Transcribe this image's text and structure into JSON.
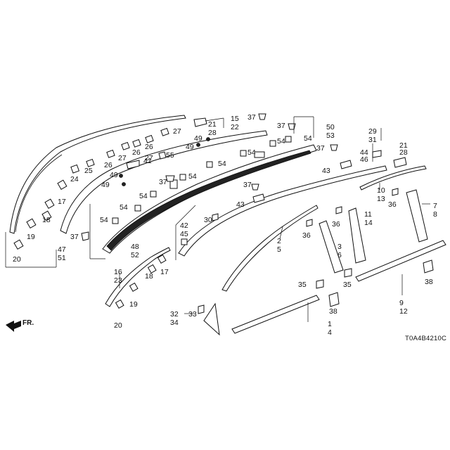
{
  "diagram": {
    "code": "T0A4B4210C",
    "front_arrow_label": "FR.",
    "labels": {
      "l15": "15",
      "l22": "22",
      "l21a": "21",
      "l28a": "28",
      "l27a": "27",
      "l49a": "49",
      "l49b": "49",
      "l49c": "49",
      "l49d": "49",
      "l26a": "26",
      "l26b": "26",
      "l26c": "26",
      "l27b": "27",
      "l27c": "27",
      "l25": "25",
      "l24": "24",
      "l41": "41",
      "l55": "55",
      "l17a": "17",
      "l18a": "18",
      "l19a": "19",
      "l20a": "20",
      "l47": "47",
      "l51": "51",
      "l37a": "37",
      "l37b": "37",
      "l37c": "37",
      "l37d": "37",
      "l37e": "37",
      "l50": "50",
      "l53": "53",
      "l54a": "54",
      "l54b": "54",
      "l54c": "54",
      "l54d": "54",
      "l54e": "54",
      "l54f": "54",
      "l54g": "54",
      "l48": "48",
      "l52": "52",
      "l29": "29",
      "l31": "31",
      "l44": "44",
      "l46": "46",
      "l21b": "21",
      "l28b": "28",
      "l43a": "43",
      "l43b": "43",
      "l10": "10",
      "l13": "13",
      "l36a": "36",
      "l7": "7",
      "l8": "8",
      "l42": "42",
      "l45": "45",
      "l30": "30",
      "l2": "2",
      "l5": "5",
      "l36b": "36",
      "l36c": "36",
      "l3": "3",
      "l6": "6",
      "l11": "11",
      "l14": "14",
      "l16": "16",
      "l23": "23",
      "l17b": "17",
      "l18b": "18",
      "l19b": "19",
      "l20b": "20",
      "l35a": "35",
      "l35b": "35",
      "l38a": "38",
      "l38b": "38",
      "l32": "32",
      "l34": "34",
      "l33": "33",
      "l1": "1",
      "l4": "4",
      "l9": "9",
      "l12": "12"
    }
  }
}
